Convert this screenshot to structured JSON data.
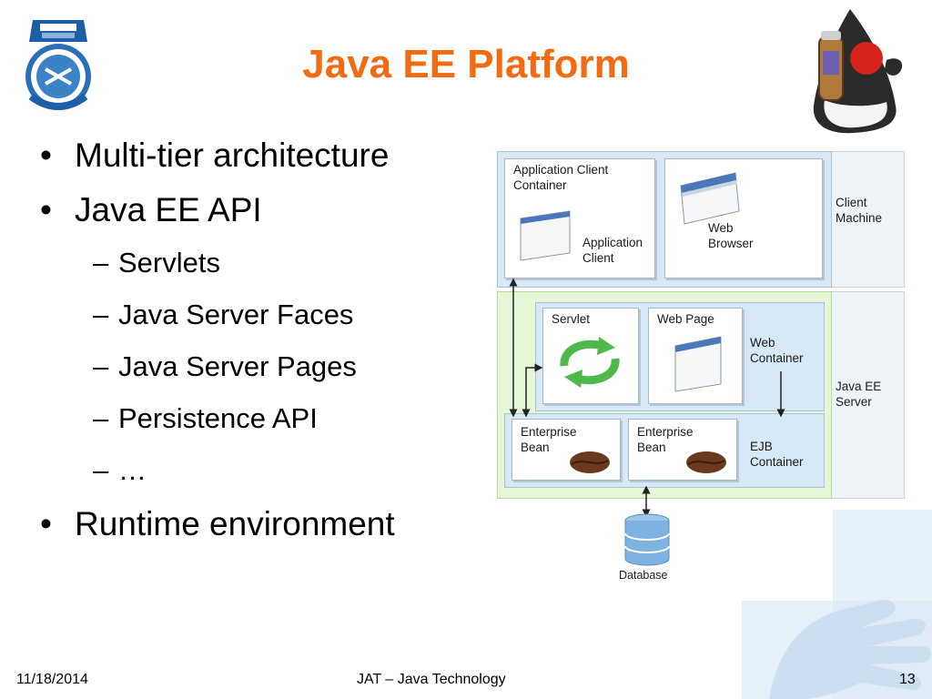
{
  "slide": {
    "title": "Java EE Platform",
    "bullets": [
      {
        "level": 1,
        "text": "Multi-tier architecture"
      },
      {
        "level": 1,
        "text": "Java EE API"
      },
      {
        "level": 2,
        "text": "Servlets"
      },
      {
        "level": 2,
        "text": "Java Server Faces"
      },
      {
        "level": 2,
        "text": "Java Server Pages"
      },
      {
        "level": 2,
        "text": "Persistence API"
      },
      {
        "level": 2,
        "text": "…"
      },
      {
        "level": 1,
        "text": "Runtime environment"
      }
    ]
  },
  "diagram": {
    "app_client_container": "Application Client\nContainer",
    "application_client": "Application\nClient",
    "web_browser": "Web\nBrowser",
    "client_machine": "Client\nMachine",
    "servlet": "Servlet",
    "web_page": "Web Page",
    "web_container": "Web\nContainer",
    "java_ee_server": "Java EE\nServer",
    "enterprise_bean_1": "Enterprise\nBean",
    "enterprise_bean_2": "Enterprise\nBean",
    "ejb_container": "EJB\nContainer",
    "database": "Database"
  },
  "footer": {
    "date": "11/18/2014",
    "center": "JAT – Java Technology",
    "page": "13"
  },
  "colors": {
    "title": "#f26b10",
    "client_tier_bg": "#dbe9f5",
    "server_tier_bg": "#e6f7d8",
    "container_bg": "#d7e8f6",
    "bean_brown": "#6b3a1c"
  },
  "icons": {
    "logo": "university-crest-icon",
    "mascot": "java-duke-mascot-icon",
    "servlet": "cycle-arrows-icon",
    "bean": "coffee-bean-icon",
    "database": "database-cylinder-icon"
  }
}
